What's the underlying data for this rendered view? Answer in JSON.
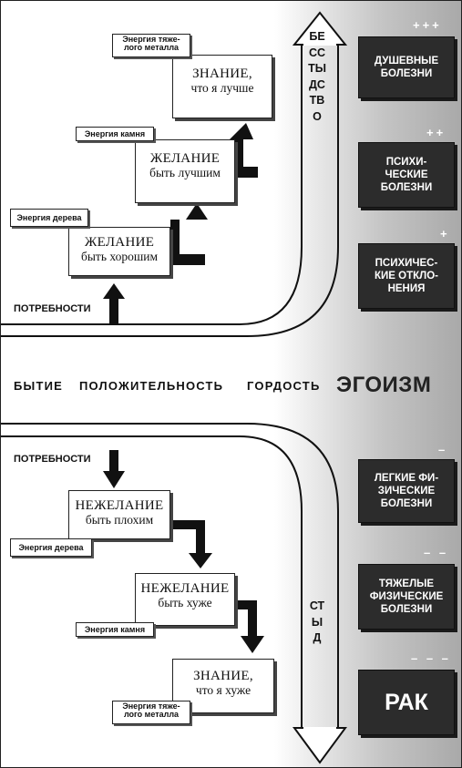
{
  "upper": {
    "needs_label": "ПОТРЕБНОСТИ",
    "steps": [
      {
        "title": "ЖЕЛАНИЕ",
        "subtitle": "быть хорошим",
        "energy": "Энергия дерева"
      },
      {
        "title": "ЖЕЛАНИЕ",
        "subtitle": "быть лучшим",
        "energy": "Энергия камня"
      },
      {
        "title": "ЗНАНИЕ,",
        "subtitle": "что я лучше",
        "energy_line1": "Энергия тяже-",
        "energy_line2": "лого металла"
      }
    ],
    "vertical_word": "БЕССТЫДСТВО"
  },
  "middle": {
    "words": [
      "БЫТИЕ",
      "ПОЛОЖИТЕЛЬНОСТЬ",
      "ГОРДОСТЬ"
    ],
    "main_word": "ЭГОИЗМ"
  },
  "lower": {
    "needs_label": "ПОТРЕБНОСТИ",
    "steps": [
      {
        "title": "НЕЖЕЛАНИЕ",
        "subtitle": "быть плохим",
        "energy": "Энергия дерева"
      },
      {
        "title": "НЕЖЕЛАНИЕ",
        "subtitle": "быть хуже",
        "energy": "Энергия камня"
      },
      {
        "title": "ЗНАНИЕ,",
        "subtitle": "что я хуже",
        "energy_line1": "Энергия тяже-",
        "energy_line2": "лого металла"
      }
    ],
    "vertical_word": "СТЫД"
  },
  "diseases": [
    {
      "mark": "+++",
      "line1": "ДУШЕВНЫЕ",
      "line2": "БОЛЕЗНИ"
    },
    {
      "mark": "++",
      "line1": "ПСИХИ-",
      "line2": "ЧЕСКИЕ",
      "line3": "БОЛЕЗНИ"
    },
    {
      "mark": "+",
      "line1": "ПСИХИЧЕС-",
      "line2": "КИЕ ОТКЛО-",
      "line3": "НЕНИЯ"
    },
    {
      "mark": "–",
      "line1": "ЛЕГКИЕ ФИ-",
      "line2": "ЗИЧЕСКИЕ",
      "line3": "БОЛЕЗНИ"
    },
    {
      "mark": "– –",
      "line1": "ТЯЖЕЛЫЕ",
      "line2": "ФИЗИЧЕСКИЕ",
      "line3": "БОЛЕЗНИ"
    },
    {
      "mark": "– – –",
      "line1": "РАК"
    }
  ]
}
